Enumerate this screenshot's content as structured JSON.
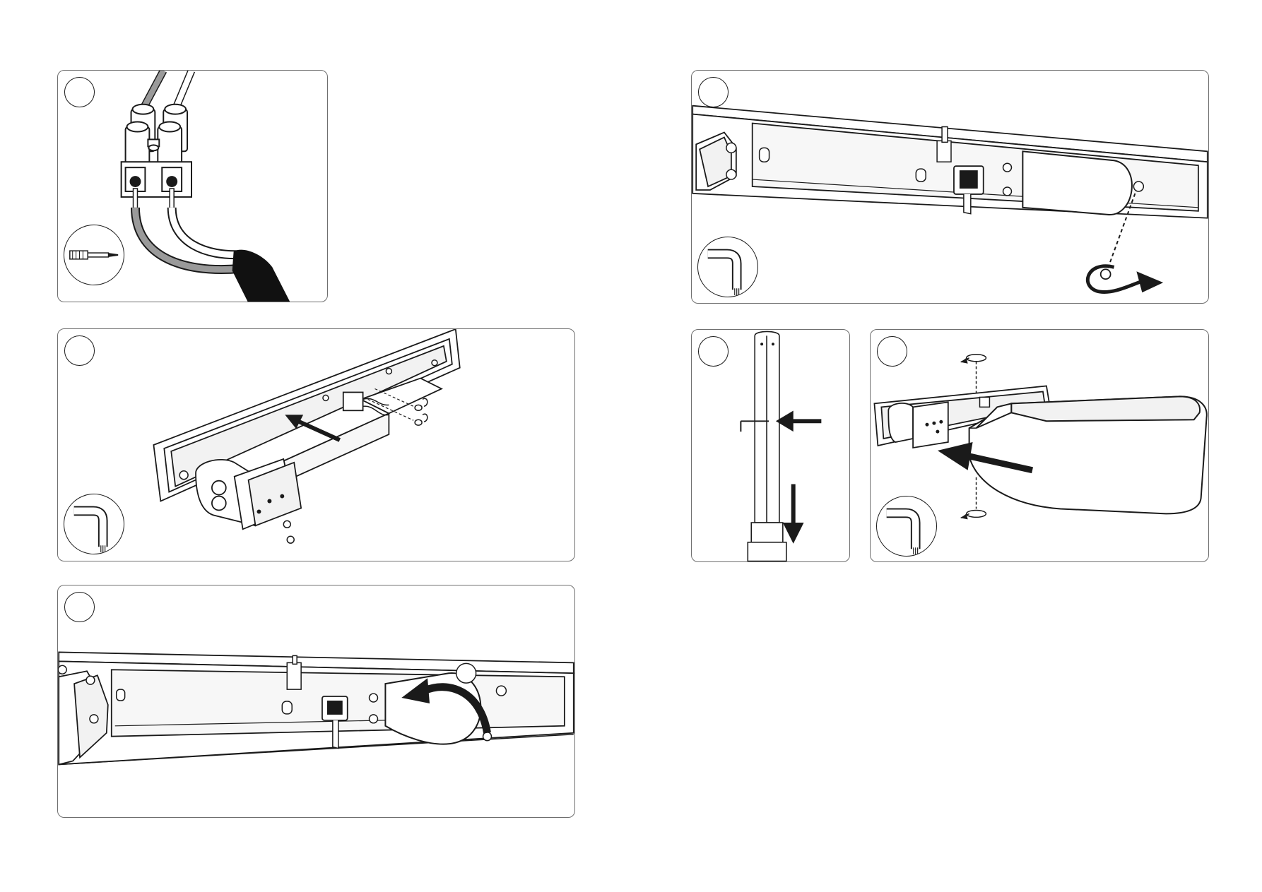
{
  "colors": {
    "border": "#6f6f6f",
    "line": "#1a1a1a",
    "wire_grey": "#9a9a9a",
    "cable_black": "#111111",
    "housing_fill": "#f2f2f2"
  },
  "steps": [
    {
      "id": "p1",
      "number": "",
      "tool": "screwdriver-icon",
      "content": "terminal-block-wiring"
    },
    {
      "id": "p2",
      "number": "",
      "tool": "allen-key-icon",
      "content": "gear-tray-insertion"
    },
    {
      "id": "p3",
      "number": "",
      "tool": "",
      "content": "end-cap-rotation"
    },
    {
      "id": "p4",
      "number": "",
      "tool": "allen-key-icon",
      "content": "end-cap-screw-removal"
    },
    {
      "id": "p5",
      "number": "",
      "tool": "",
      "content": "lamp-tube-removal"
    },
    {
      "id": "p6",
      "number": "",
      "tool": "allen-key-icon",
      "content": "diffuser-fitting"
    }
  ]
}
